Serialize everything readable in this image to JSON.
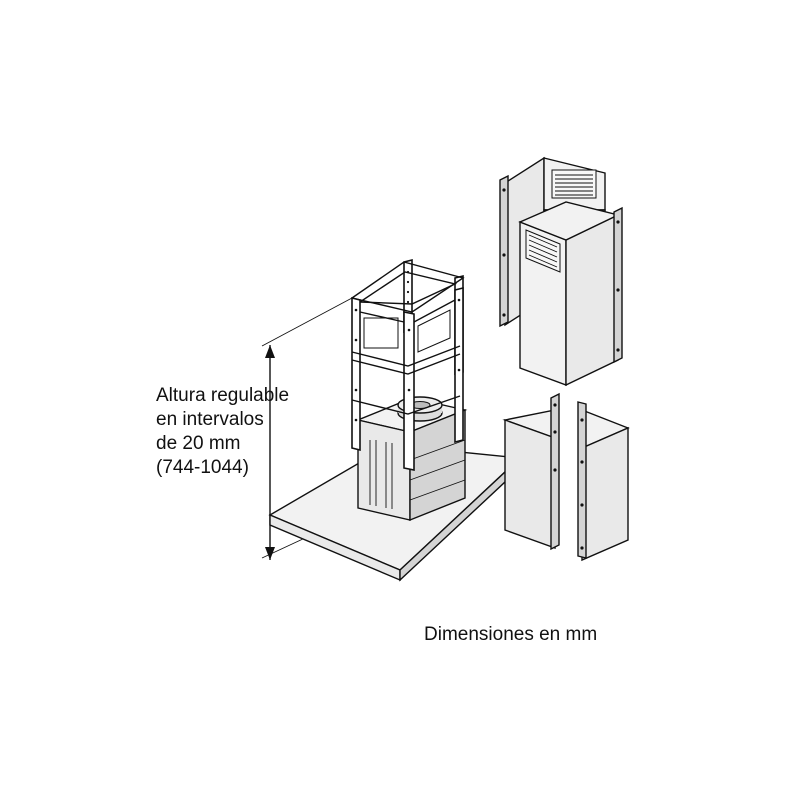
{
  "height_note": {
    "line1": "Altura regulable",
    "line2": "en intervalos",
    "line3": "de 20 mm",
    "line4": "(744-1044)"
  },
  "units_note": "Dimensiones en mm"
}
